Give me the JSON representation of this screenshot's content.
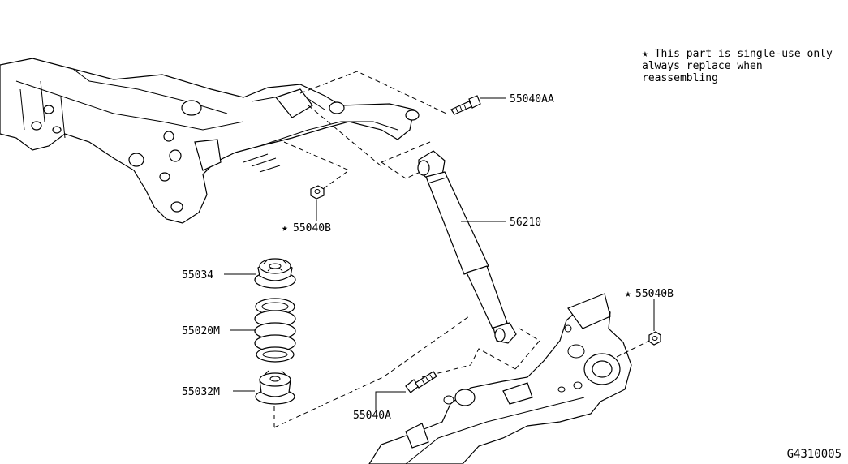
{
  "note": {
    "star": "★",
    "lines": [
      "This part is single-use only",
      "always replace when",
      "reassembling"
    ]
  },
  "labels": {
    "bolt_upper": "55040AA",
    "nut_upper": "55040B",
    "shock_absorber": "56210",
    "spring_seat_upper": "55034",
    "coil_spring": "55020M",
    "spring_seat_lower": "55032M",
    "bolt_lower": "55040A",
    "nut_lower": "55040B"
  },
  "diagram_code": "G4310005"
}
